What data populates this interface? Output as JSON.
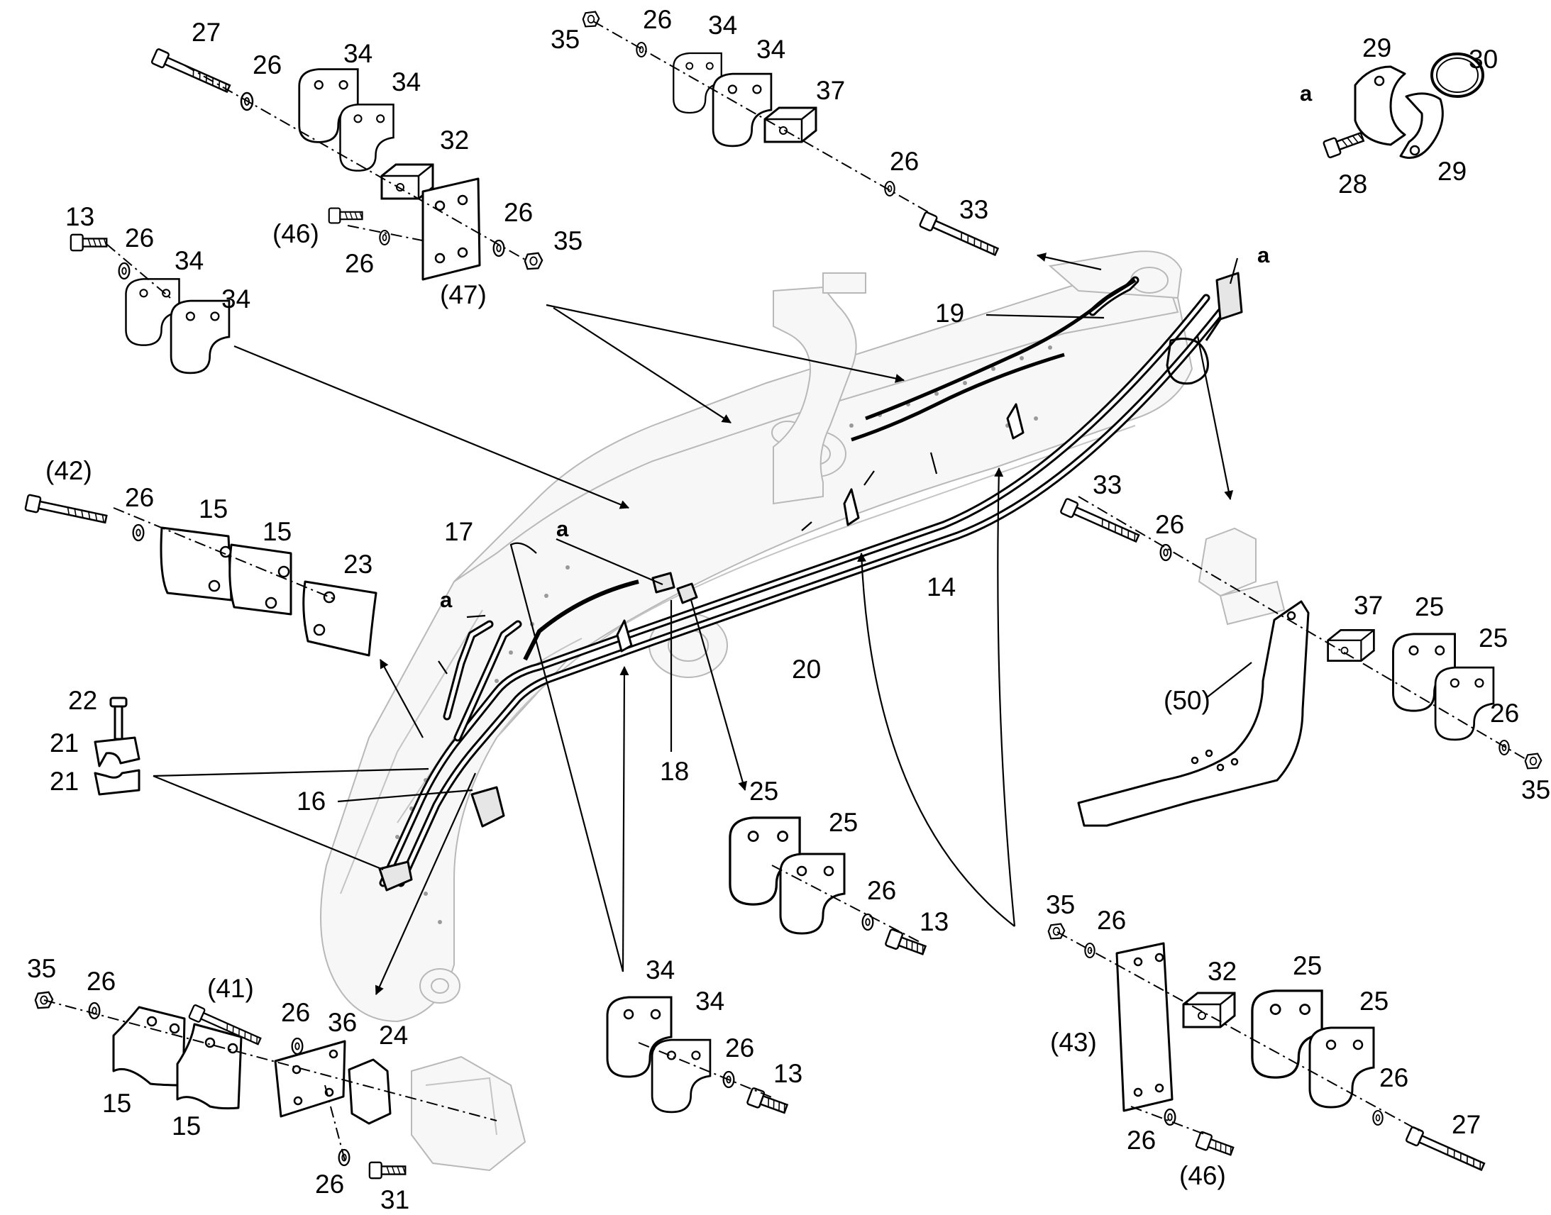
{
  "labels": {
    "l27a": "27",
    "l26a": "26",
    "l34a": "34",
    "l34b": "34",
    "l32a": "32",
    "l46a": "(46)",
    "l26b": "26",
    "l26c": "26",
    "l35a": "35",
    "l47": "(47)",
    "l13a": "13",
    "l26d": "26",
    "l34c": "34",
    "l34d": "34",
    "l35b": "35",
    "l26e": "26",
    "l34e": "34",
    "l34f": "34",
    "l37a": "37",
    "l26f": "26",
    "l33a": "33",
    "la1": "a",
    "l29a": "29",
    "l30": "30",
    "l28": "28",
    "l29b": "29",
    "la2": "a",
    "l19": "19",
    "l42": "(42)",
    "l26g": "26",
    "l15a": "15",
    "l15b": "15",
    "l23": "23",
    "l17": "17",
    "la3": "a",
    "la4": "a",
    "l22": "22",
    "l21a": "21",
    "l21b": "21",
    "l16": "16",
    "l14": "14",
    "l20": "20",
    "l18": "18",
    "l33b": "33",
    "l26h": "26",
    "l37b": "37",
    "l25a": "25",
    "l25b": "25",
    "l50": "(50)",
    "l26i": "26",
    "l35c": "35",
    "l25c": "25",
    "l25d": "25",
    "l26j": "26",
    "l13b": "13",
    "l35d": "35",
    "l26k": "26",
    "l32b": "32",
    "l25e": "25",
    "l25f": "25",
    "l43": "(43)",
    "l26l": "26",
    "l27b": "27",
    "l26m": "26",
    "l46b": "(46)",
    "l35e": "35",
    "l26n": "26",
    "l41": "(41)",
    "l26o": "26",
    "l36": "36",
    "l24": "24",
    "l15c": "15",
    "l15d": "15",
    "l26p": "26",
    "l31": "31",
    "l34g": "34",
    "l34h": "34",
    "l26q": "26",
    "l13c": "13"
  }
}
